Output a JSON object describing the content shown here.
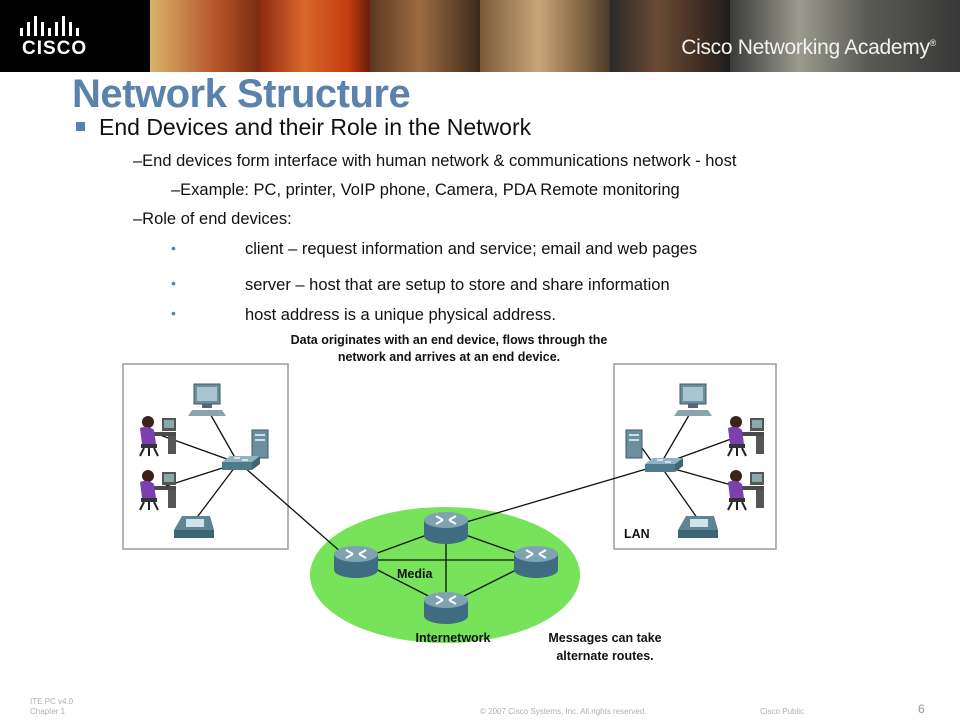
{
  "banner": {
    "logo_text": "CISCO",
    "academy_text": "Cisco Networking Academy",
    "trademark": "®"
  },
  "slide": {
    "title": "Network Structure",
    "heading": "End Devices and their Role in the Network",
    "line_interface": "–End devices form interface with human network & communications network - host",
    "line_example": "–Example: PC, printer, VoIP phone, Camera, PDA Remote monitoring",
    "line_role": "–Role of end devices:",
    "bullets": [
      "client – request information and service; email and web pages",
      "server – host that are setup to store and share information",
      "host address is a unique physical address."
    ]
  },
  "diagram": {
    "caption_line1": "Data originates with an end device, flows through the",
    "caption_line2": "network and arrives at an end device.",
    "media_label": "Media",
    "internetwork_label": "Internetwork",
    "lan_label": "LAN",
    "messages_line1": "Messages can take",
    "messages_line2": "alternate routes."
  },
  "footer": {
    "course": "ITE PC v4.0",
    "chapter": "Chapter 1",
    "copyright": "© 2007 Cisco Systems, Inc. All rights reserved.",
    "classification": "Cisco Public",
    "page": "6"
  },
  "colors": {
    "title": "#5b82ad",
    "cloud": "#76e35a",
    "router": "#5d8596"
  }
}
